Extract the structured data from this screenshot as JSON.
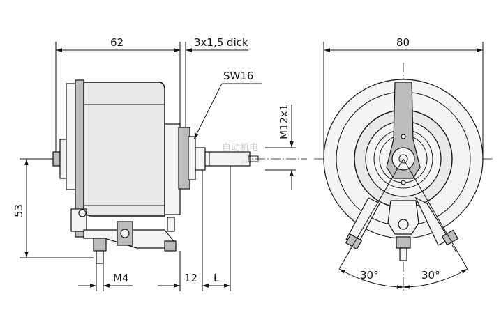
{
  "dimensions": {
    "length_62": "62",
    "plate": "3x1,5 dick",
    "wrench": "SW16",
    "thread": "M12x1",
    "height_53": "53",
    "screw": "M4",
    "shaft_12": "12",
    "shaft_l": "L",
    "diameter_80": "80",
    "angle_left": "30°",
    "angle_right": "30°"
  },
  "watermark": {
    "main": "自动机电",
    "sub": "JIDIAN"
  }
}
